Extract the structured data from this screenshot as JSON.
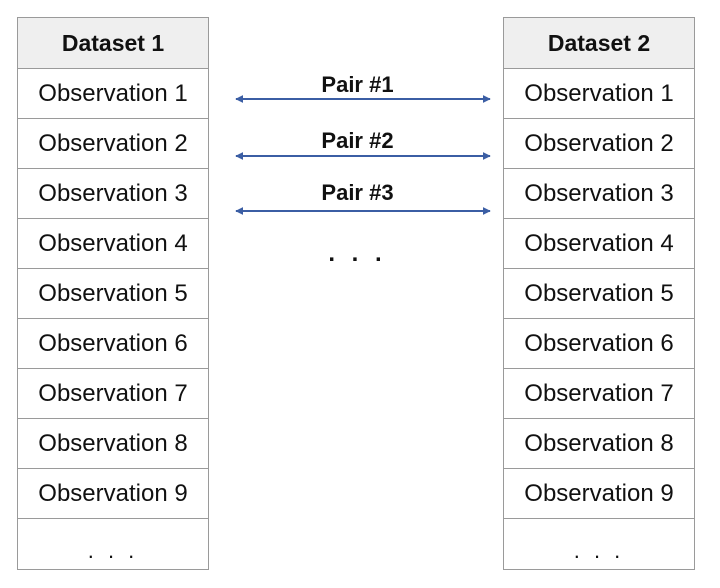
{
  "datasets": [
    {
      "header": "Dataset 1",
      "rows": [
        "Observation 1",
        "Observation 2",
        "Observation 3",
        "Observation 4",
        "Observation 5",
        "Observation 6",
        "Observation 7",
        "Observation 8",
        "Observation 9"
      ],
      "ellipsis": ". . ."
    },
    {
      "header": "Dataset 2",
      "rows": [
        "Observation 1",
        "Observation 2",
        "Observation 3",
        "Observation 4",
        "Observation 5",
        "Observation 6",
        "Observation 7",
        "Observation 8",
        "Observation 9"
      ],
      "ellipsis": ". . ."
    }
  ],
  "pairs": [
    {
      "label": "Pair #1"
    },
    {
      "label": "Pair #2"
    },
    {
      "label": "Pair #3"
    }
  ],
  "pairs_ellipsis": ". . .",
  "colors": {
    "arrow": "#3b5ea4",
    "border": "#9a9a9a",
    "header_bg": "#efefef"
  }
}
